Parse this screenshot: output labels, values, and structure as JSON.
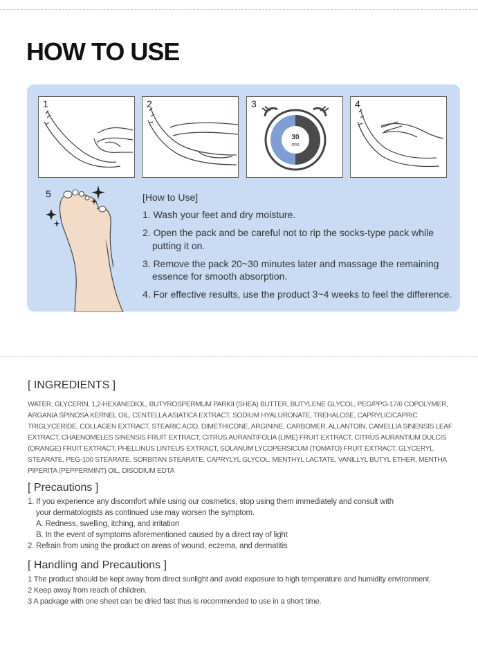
{
  "title": "HOW TO USE",
  "steps": [
    {
      "num": "1",
      "icon": "foot-socks-on-icon"
    },
    {
      "num": "2",
      "icon": "foot-socks-pull-icon"
    },
    {
      "num": "3",
      "icon": "alarm-clock-icon",
      "clock_text": "30",
      "clock_unit": "min"
    },
    {
      "num": "4",
      "icon": "foot-massage-icon"
    },
    {
      "num": "5",
      "icon": "smooth-foot-icon"
    }
  ],
  "how_to": {
    "heading": "[How to Use]",
    "items": [
      {
        "first": "1. Wash your feet and dry moisture.",
        "cont": ""
      },
      {
        "first": "2. Open the pack and be careful not to rip the socks-type pack while",
        "cont": "putting it on."
      },
      {
        "first": "3. Remove the pack 20~30 minutes later and massage the remaining",
        "cont": "essence for smooth absorption."
      },
      {
        "first": "4. For effective results, use the product 3~4 weeks to feel the difference.",
        "cont": ""
      }
    ]
  },
  "ingredients": {
    "heading": "[ INGREDIENTS ]",
    "text": "WATER, GLYCERIN, 1,2-HEXANEDIOL, BUTYROSPERMUM PARKII (SHEA) BUTTER, BUTYLENE GLYCOL, PEG/PPG-17/6 COPOLYMER, ARGANIA SPINOSA KERNEL OIL, CENTELLA ASIATICA EXTRACT, SODIUM HYALURONATE, TREHALOSE, CAPRYLIC/CAPRIC TRIGLYCERIDE, COLLAGEN EXTRACT, STEARIC ACID, DIMETHICONE, ARGININE, CARBOMER, ALLANTOIN, CAMELLIA SINENSIS LEAF EXTRACT, CHAENOMELES SINENSIS FRUIT EXTRACT, CITRUS AURANTIFOLIA (LIME) FRUIT EXTRACT, CITRUS AURANTIUM DULCIS (ORANGE) FRUIT EXTRACT, PHELLINUS LINTEUS EXTRACT, SOLANUM LYCOPERSICUM (TOMATO) FRUIT EXTRACT, GLYCERYL STEARATE, PEG-100 STEARATE, SORBITAN STEARATE, CAPRYLYL GLYCOL, MENTHYL LACTATE, VANILLYL BUTYL ETHER, MENTHA PIPERITA (PEPPERMINT) OIL, DISODIUM EDTA"
  },
  "precautions": {
    "heading": "[ Precautions ]",
    "l1": "1. If you experience any discomfort while using our cosmetics, stop using them immediately and consult with",
    "l1b": "your dermatologists as continued use may worsen the symptom.",
    "la": "A. Redness, swelling, itching, and irritation",
    "lb": "B. In the event of symptoms aforementioned caused by a direct ray of light",
    "l2": "2. Refrain from using the product on areas of wound, eczema, and dermatitis"
  },
  "handling": {
    "heading": "[ Handling and Precautions ]",
    "l1": "1 The product should be kept away from direct sunlight and avoid exposure to high temperature and humidity environment.",
    "l2": "2 Keep away from reach of children.",
    "l3": "3 A package with one sheet can be dried fast thus is recommended to use in a short time."
  },
  "colors": {
    "card_bg": "#c9dcf3",
    "clock_blue": "#7f9fd4",
    "clock_dark": "#4b4b4b"
  }
}
